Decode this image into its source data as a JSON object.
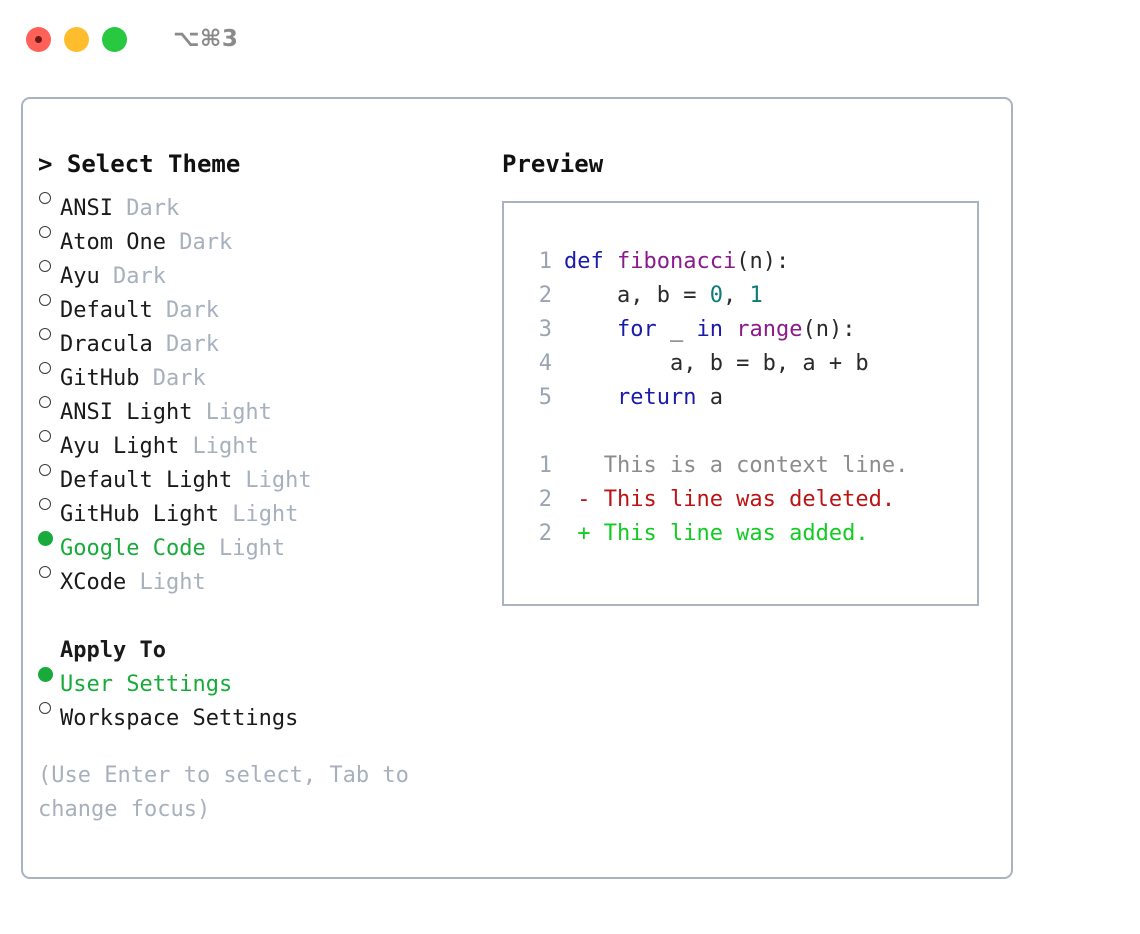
{
  "window": {
    "shortcut_label": "⌥⌘3",
    "traffic_lights": [
      "close-button",
      "minimize-button",
      "maximize-button"
    ]
  },
  "left_pane": {
    "title": "> Select Theme",
    "themes": [
      {
        "marker": "ring",
        "name": "ANSI",
        "category": " Dark",
        "selected": false
      },
      {
        "marker": "ring",
        "name": "Atom One",
        "category": " Dark",
        "selected": false
      },
      {
        "marker": "ring",
        "name": "Ayu",
        "category": " Dark",
        "selected": false
      },
      {
        "marker": "ring",
        "name": "Default",
        "category": " Dark",
        "selected": false
      },
      {
        "marker": "ring",
        "name": "Dracula",
        "category": " Dark",
        "selected": false
      },
      {
        "marker": "ring",
        "name": "GitHub",
        "category": " Dark",
        "selected": false
      },
      {
        "marker": "ring",
        "name": "ANSI Light",
        "category": " Light",
        "selected": false
      },
      {
        "marker": "ring",
        "name": "Ayu Light",
        "category": " Light",
        "selected": false
      },
      {
        "marker": "ring",
        "name": "Default Light",
        "category": " Light",
        "selected": false
      },
      {
        "marker": "ring",
        "name": "GitHub Light",
        "category": " Light",
        "selected": false
      },
      {
        "marker": "fill",
        "name": "Google Code",
        "category": " Light",
        "selected": true
      },
      {
        "marker": "ring",
        "name": "XCode",
        "category": " Light",
        "selected": false
      }
    ],
    "apply_to": {
      "heading": "Apply To",
      "options": [
        {
          "marker": "fill",
          "name": "User Settings",
          "selected": true
        },
        {
          "marker": "ring",
          "name": "Workspace Settings",
          "selected": false
        }
      ]
    },
    "hint": "(Use Enter to select, Tab to change focus)"
  },
  "right_pane": {
    "title": "Preview",
    "code_lines": [
      {
        "num": "1",
        "segments": [
          {
            "t": "def",
            "c": "kw"
          },
          {
            "t": " ",
            "c": "plain"
          },
          {
            "t": "fibonacci",
            "c": "fn"
          },
          {
            "t": "(n):",
            "c": "plain"
          }
        ]
      },
      {
        "num": "2",
        "segments": [
          {
            "t": "    a, b = ",
            "c": "plain"
          },
          {
            "t": "0",
            "c": "num"
          },
          {
            "t": ", ",
            "c": "plain"
          },
          {
            "t": "1",
            "c": "num"
          }
        ]
      },
      {
        "num": "3",
        "segments": [
          {
            "t": "    ",
            "c": "plain"
          },
          {
            "t": "for",
            "c": "kw"
          },
          {
            "t": " _ ",
            "c": "plain"
          },
          {
            "t": "in",
            "c": "kw"
          },
          {
            "t": " ",
            "c": "plain"
          },
          {
            "t": "range",
            "c": "fn"
          },
          {
            "t": "(n):",
            "c": "plain"
          }
        ]
      },
      {
        "num": "4",
        "segments": [
          {
            "t": "        a, b = b, a + b",
            "c": "plain"
          }
        ]
      },
      {
        "num": "5",
        "segments": [
          {
            "t": "    ",
            "c": "plain"
          },
          {
            "t": "return",
            "c": "kw"
          },
          {
            "t": " a",
            "c": "plain"
          }
        ]
      }
    ],
    "diff_lines": [
      {
        "num": "1",
        "segments": [
          {
            "t": "   This is a context line.",
            "c": "ctx"
          }
        ]
      },
      {
        "num": "2",
        "segments": [
          {
            "t": " - This line was deleted.",
            "c": "del"
          }
        ]
      },
      {
        "num": "2",
        "segments": [
          {
            "t": " + This line was added.",
            "c": "add"
          }
        ]
      }
    ]
  },
  "colors": {
    "accent_green": "#18ab3c",
    "border": "#aab3c0",
    "muted": "#a7b0bd",
    "keyword": "#1a1aab",
    "function": "#8b1a8b",
    "number": "#0d7b7b",
    "diff_delete": "#bb1414",
    "diff_add": "#11cc22",
    "traffic_red": "#ff6159",
    "traffic_yellow": "#ffbd2e",
    "traffic_green": "#28c840"
  }
}
